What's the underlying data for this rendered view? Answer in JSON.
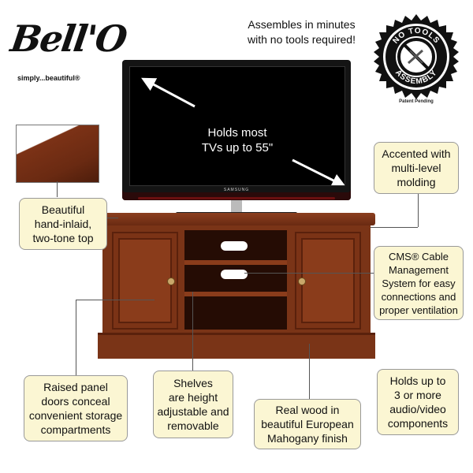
{
  "logo": {
    "wordmark": "Bell'O",
    "tagline": "simply...beautiful®"
  },
  "headline": {
    "line1": "Assembles in minutes",
    "line2": "with no tools required!"
  },
  "seal": {
    "top_text": "NO TOOLS",
    "bottom_text": "ASSEMBLY",
    "note": "Patent Pending"
  },
  "tv": {
    "brand": "SAMSUNG",
    "line1": "Holds most",
    "line2": "TVs up to 55\""
  },
  "callouts": {
    "top": {
      "line1": "Beautiful",
      "line2": "hand-inlaid,",
      "line3": "two-tone top"
    },
    "molding": {
      "line1": "Accented with",
      "line2": "multi-level",
      "line3": "molding"
    },
    "cms": {
      "line1": "CMS® Cable",
      "line2": "Management",
      "line3": "System for easy",
      "line4": "connections and",
      "line5": "proper ventilation"
    },
    "doors": {
      "line1": "Raised panel",
      "line2": "doors conceal",
      "line3": "convenient storage",
      "line4": "compartments"
    },
    "shelves": {
      "line1": "Shelves",
      "line2": "are height",
      "line3": "adjustable and",
      "line4": "removable"
    },
    "wood": {
      "line1": "Real wood in",
      "line2": "beautiful European",
      "line3": "Mahogany finish"
    },
    "components": {
      "line1": "Holds up to",
      "line2": "3 or more",
      "line3": "audio/video",
      "line4": "components"
    }
  },
  "colors": {
    "callout_bg": "#fbf6d3",
    "wood": "#7a3417",
    "tv_bezel": "#141414"
  }
}
